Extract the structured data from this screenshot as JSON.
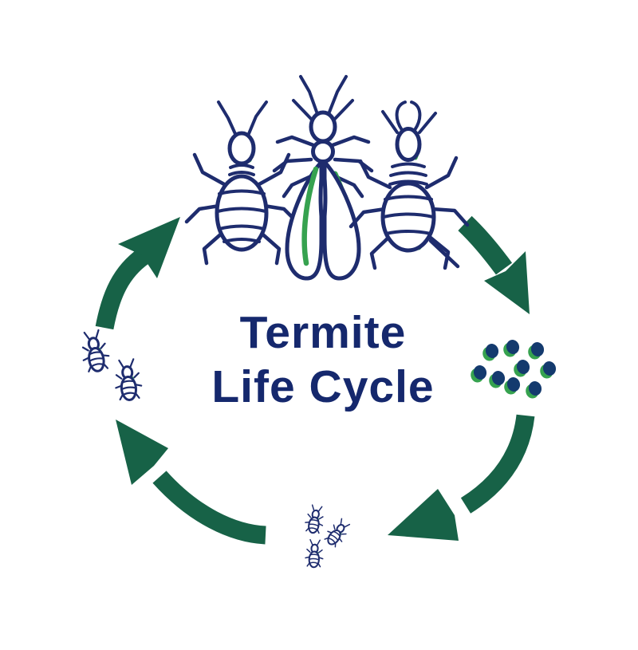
{
  "title": {
    "line1": "Termite",
    "line2": "Life Cycle"
  },
  "colors": {
    "navy_outline": "#1e2c6e",
    "title_navy": "#15286d",
    "accent_green": "#36a24f",
    "arrow_green": "#176247",
    "egg_navy": "#143a6e",
    "background": "#ffffff"
  },
  "stages": {
    "adults": {
      "icon": "adult-termites-icon",
      "count": 3
    },
    "eggs": {
      "icon": "eggs-icon",
      "count": 9
    },
    "larvae": {
      "icon": "larvae-icon",
      "count": 3
    },
    "nymphs": {
      "icon": "nymphs-icon",
      "count": 2
    }
  },
  "arrows": [
    {
      "icon": "arrow-nymphs-to-adults-icon",
      "direction": "up-right"
    },
    {
      "icon": "arrow-adults-to-eggs-icon",
      "direction": "down-right"
    },
    {
      "icon": "arrow-eggs-to-larvae-icon",
      "direction": "down-left"
    },
    {
      "icon": "arrow-larvae-to-nymphs-icon",
      "direction": "up-left"
    }
  ]
}
